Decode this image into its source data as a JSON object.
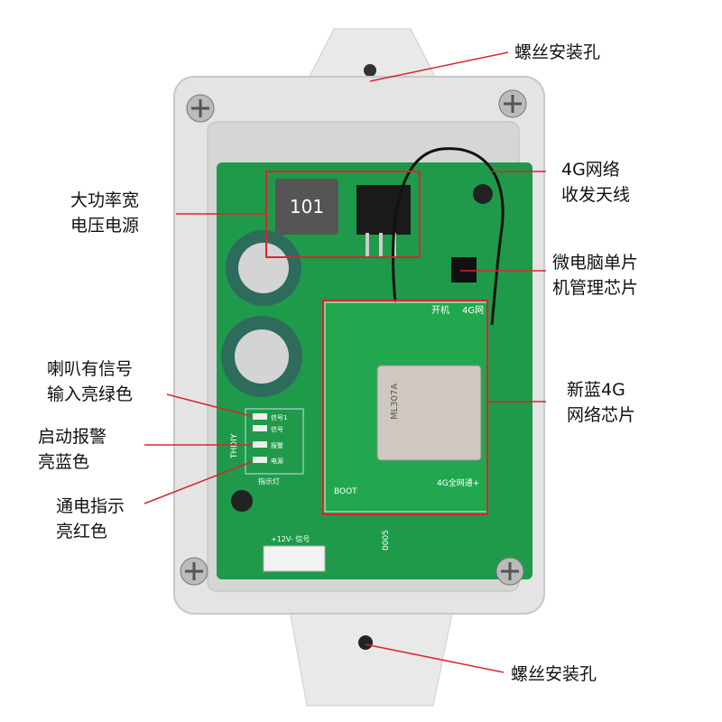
{
  "callouts": {
    "top_mount_hole": "螺丝安装孔",
    "antenna": [
      "4G网络",
      "收发天线"
    ],
    "mcu": [
      "微电脑单片",
      "机管理芯片"
    ],
    "network_chip": [
      "新蓝4G",
      "网络芯片"
    ],
    "bottom_mount_hole": "螺丝安装孔",
    "power_supply": [
      "大功率宽",
      "电压电源"
    ],
    "speaker_led": [
      "喇叭有信号",
      "输入亮绿色"
    ],
    "alarm_led": [
      "启动报警",
      "亮蓝色"
    ],
    "power_led": [
      "通电指示",
      "亮红色"
    ]
  },
  "board_text": {
    "inductor": "101",
    "power_on": "开机",
    "net_4g": "4G网",
    "module": "ML307A",
    "boot": "BOOT",
    "full_net": "4G全网通+",
    "led_signal1": "信号1",
    "led_signal": "信号",
    "led_alarm": "报警",
    "led_power": "电源",
    "indicator": "指示灯",
    "terminal": "+12V- 信号",
    "brand": "THDIY",
    "serial": "0005"
  },
  "colors": {
    "callout_line": "#d9262c",
    "pcb": "#1f9a4a",
    "enclosure": "#e4e4e4"
  }
}
